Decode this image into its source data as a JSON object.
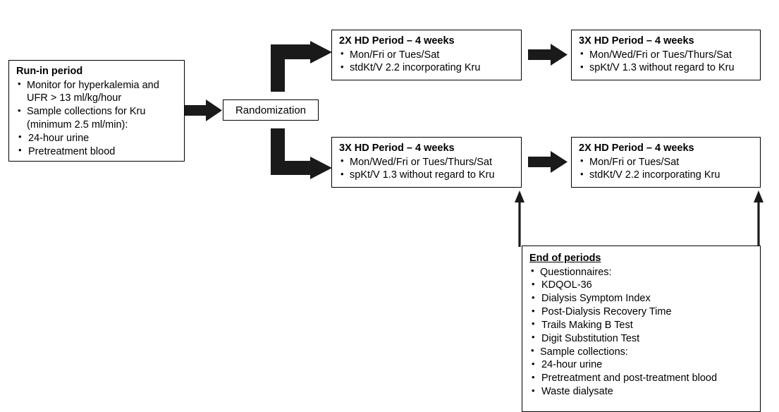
{
  "diagram": {
    "title": "Hemodialysis crossover study design flowchart",
    "ink_color": "#1a1a1a",
    "box_border_color": "#000000",
    "background": "#ffffff"
  },
  "run_in": {
    "title": "Run-in period",
    "items": [
      "Monitor for hyperkalemia and",
      "Sample collections for Kru"
    ],
    "item1_cont": "UFR > 13 ml/kg/hour",
    "item2_cont": "(minimum 2.5 ml/min):",
    "subitems": [
      "24-hour urine",
      "Pretreatment blood"
    ]
  },
  "randomization": {
    "label": "Randomization"
  },
  "arm_a_period1": {
    "title": "2X HD Period – 4 weeks",
    "items": [
      "Mon/Fri or Tues/Sat",
      "stdKt/V 2.2 incorporating Kru"
    ]
  },
  "arm_a_period2": {
    "title": "3X HD Period – 4 weeks",
    "items": [
      "Mon/Wed/Fri or Tues/Thurs/Sat",
      "spKt/V 1.3 without regard to Kru"
    ]
  },
  "arm_b_period1": {
    "title": "3X HD Period – 4 weeks",
    "items": [
      "Mon/Wed/Fri or Tues/Thurs/Sat",
      "spKt/V 1.3 without regard to Kru"
    ]
  },
  "arm_b_period2": {
    "title": "2X HD Period – 4 weeks",
    "items": [
      "Mon/Fri or Tues/Sat",
      "stdKt/V 2.2 incorporating Kru"
    ]
  },
  "end_of_periods": {
    "title": "End of periods",
    "group1_label": "Questionnaires:",
    "group1_items": [
      "KDQOL-36",
      "Dialysis Symptom Index",
      "Post-Dialysis Recovery Time",
      "Trails Making B Test",
      "Digit Substitution Test"
    ],
    "group2_label": "Sample collections:",
    "group2_items": [
      "24-hour urine",
      "Pretreatment and post-treatment blood",
      "Waste dialysate"
    ]
  },
  "connectors": {
    "runin_to_randomization": "block-arrow-right",
    "randomization_branch_up": "elbow-arrow-up-right",
    "randomization_branch_down": "elbow-arrow-down-right",
    "arm_a_p1_to_p2": "block-arrow-right",
    "arm_b_p1_to_p2": "block-arrow-right",
    "end_to_arm_b_p1": "line-arrow-up",
    "end_to_arm_b_p2": "line-arrow-up"
  }
}
